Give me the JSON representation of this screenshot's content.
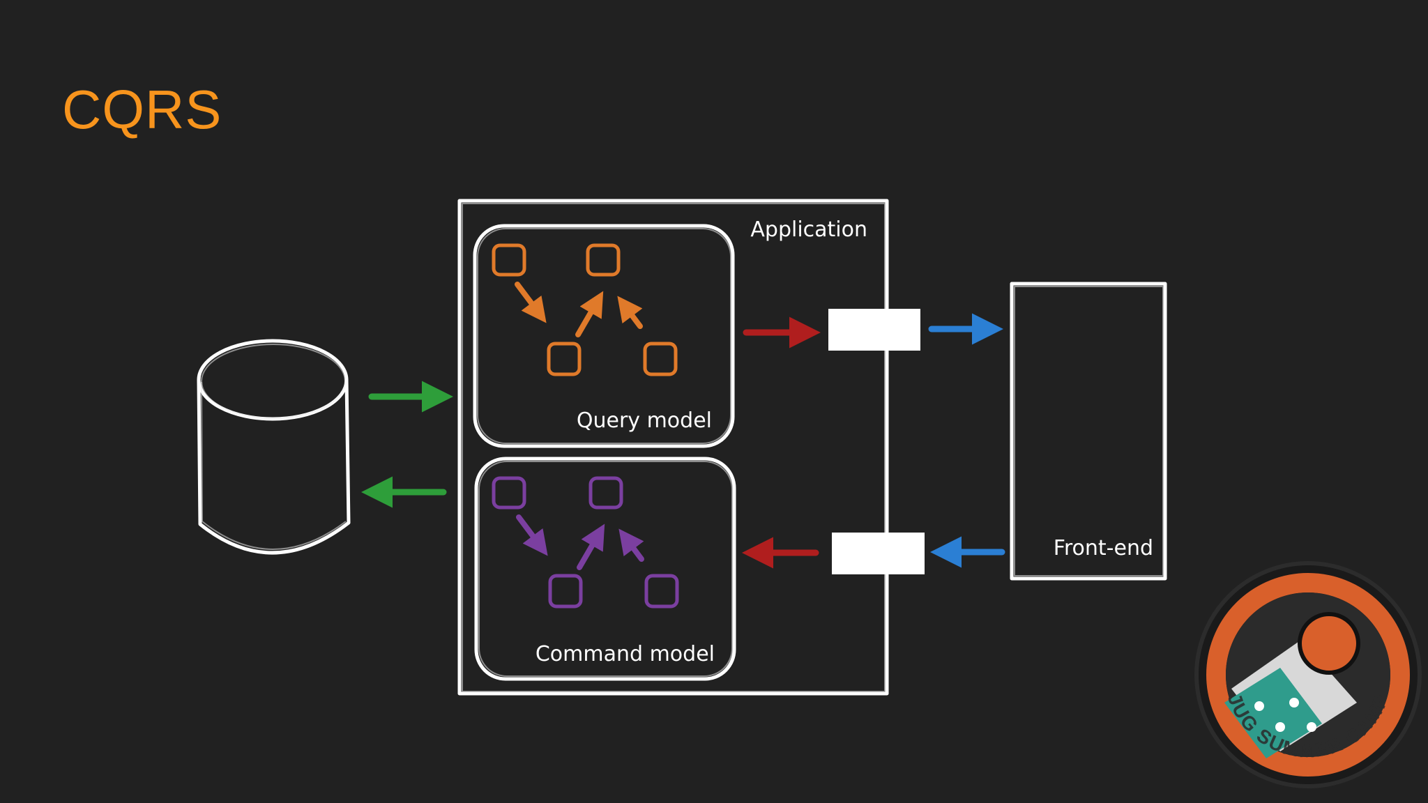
{
  "slide": {
    "title": "CQRS"
  },
  "diagram": {
    "application_label": "Application",
    "query_model_label": "Query model",
    "command_model_label": "Command model",
    "frontend_label": "Front-end"
  },
  "badge": {
    "text": "JUG SUMMER CAMP"
  },
  "colors": {
    "title": "#f7941d",
    "query": "#e07a2a",
    "command": "#7b3fa0",
    "database_arrows": "#2e9e3a",
    "query_out": "#b01e1e",
    "command_in": "#b01e1e",
    "frontend_arrows": "#2b7fd4",
    "badge_ring": "#d9602b"
  }
}
